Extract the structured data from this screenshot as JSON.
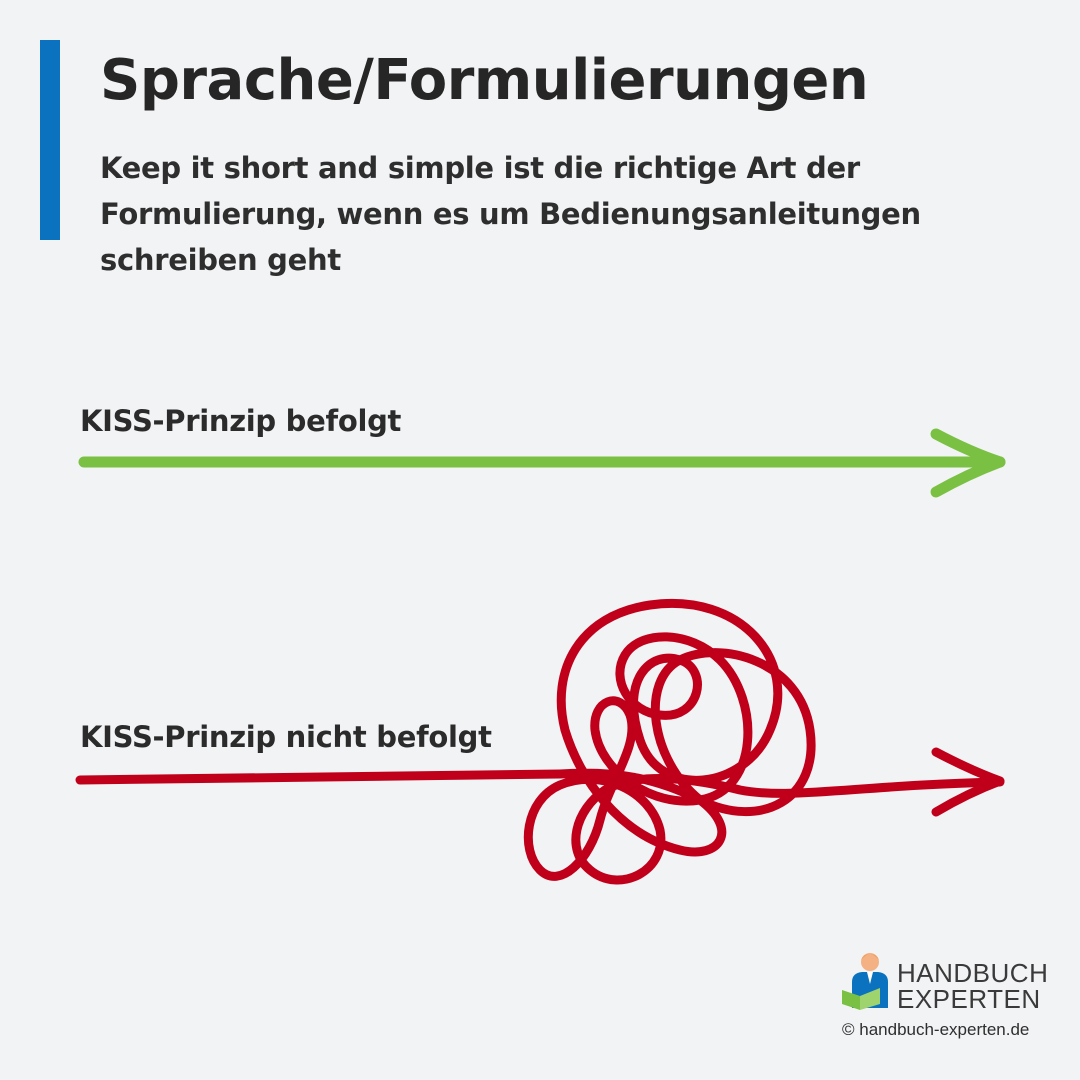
{
  "header": {
    "title": "Sprache/Formulierungen",
    "subtitle": "Keep it short and simple ist die richtige Art der Formulierung, wenn es um Bedienungsanleitungen schreiben geht",
    "accent_color": "#0a72bf"
  },
  "rows": {
    "good": {
      "label": "KISS-Prinzip befolgt",
      "arrow_color": "#7ac143"
    },
    "bad": {
      "label": "KISS-Prinzip nicht befolgt",
      "arrow_color": "#c0001b"
    }
  },
  "logo": {
    "line1": "HANDBUCH",
    "line2": "EXPERTEN",
    "copyright": "© handbuch-experten.de",
    "icon": "person-with-book-icon"
  }
}
